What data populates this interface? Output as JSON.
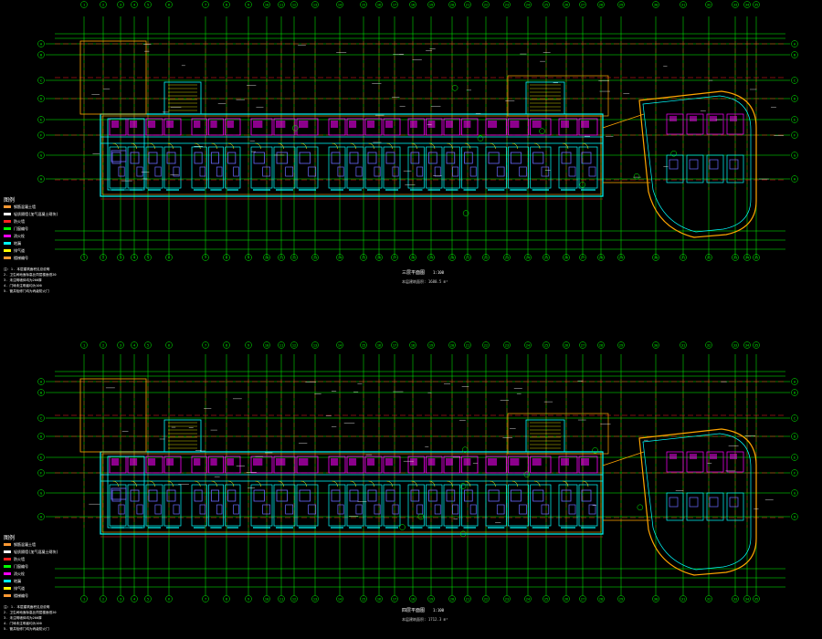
{
  "drawing": {
    "background": "#000000",
    "colors": {
      "grid": "#00ff00",
      "axis": "#ff2020",
      "wall": "#00ffff",
      "room": "#ff00ff",
      "furniture": "#6a6aff",
      "outline": "#ffa500",
      "text": "#ffffff",
      "yellow": "#ffff00"
    }
  },
  "plans": [
    {
      "id": "plan-upper",
      "top_axis_bubbles": [
        "1",
        "2",
        "3",
        "4",
        "5",
        "6",
        "7",
        "8",
        "9",
        "10",
        "11",
        "12",
        "13",
        "14",
        "15",
        "16",
        "17",
        "18",
        "19",
        "20",
        "21",
        "22",
        "23",
        "24",
        "25",
        "26",
        "27",
        "28",
        "29",
        "30",
        "31",
        "32",
        "33",
        "34",
        "35"
      ],
      "side_axis_bubbles": [
        "A",
        "B",
        "C",
        "D",
        "E",
        "F",
        "G",
        "H"
      ],
      "legend_title": "图例",
      "legend_items": [
        "钢筋混凝土墙",
        "轻质隔墙(加气混凝土砌块)",
        "防火墙",
        "门窗编号",
        "消火栓",
        "地漏",
        "排气道",
        "楼梯编号"
      ],
      "notes": [
        "注: 1. 本层建筑面积见总说明",
        "2. 卫生间地面标高比同层楼面低20",
        "3. 未注明墙体均为200厚",
        "4. 门垛未注明者均为100",
        "5. 管井检修门均为丙级防火门"
      ],
      "title": "三层平面图",
      "scale": "1:100",
      "subtitle": "本层建筑面积: 1680.5 m²"
    },
    {
      "id": "plan-lower",
      "top_axis_bubbles": [
        "1",
        "2",
        "3",
        "4",
        "5",
        "6",
        "7",
        "8",
        "9",
        "10",
        "11",
        "12",
        "13",
        "14",
        "15",
        "16",
        "17",
        "18",
        "19",
        "20",
        "21",
        "22",
        "23",
        "24",
        "25",
        "26",
        "27",
        "28",
        "29",
        "30",
        "31",
        "32",
        "33",
        "34",
        "35"
      ],
      "side_axis_bubbles": [
        "A",
        "B",
        "C",
        "D",
        "E",
        "F",
        "G",
        "H"
      ],
      "legend_title": "图例",
      "legend_items": [
        "钢筋混凝土墙",
        "轻质隔墙(加气混凝土砌块)",
        "防火墙",
        "门窗编号",
        "消火栓",
        "地漏",
        "排气道",
        "楼梯编号"
      ],
      "notes": [
        "注: 1. 本层建筑面积见总说明",
        "2. 卫生间地面标高比同层楼面低20",
        "3. 未注明墙体均为200厚",
        "4. 门垛未注明者均为100",
        "5. 管井检修门均为丙级防火门"
      ],
      "title": "四层平面图",
      "scale": "1:100",
      "subtitle": "本层建筑面积: 1712.3 m²"
    }
  ]
}
